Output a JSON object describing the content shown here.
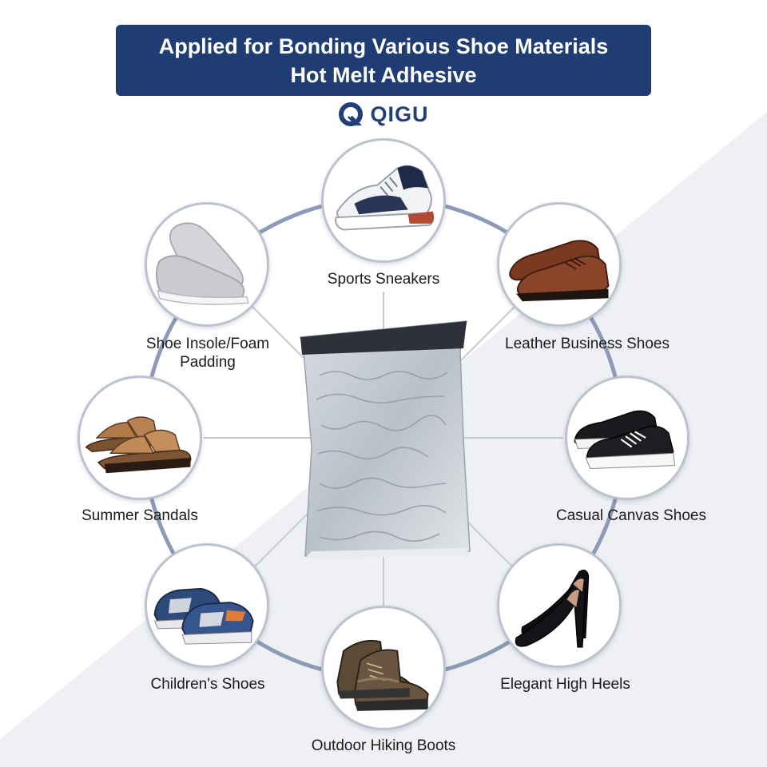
{
  "header": {
    "line1": "Applied for Bonding Various Shoe Materials",
    "line2": "Hot Melt Adhesive"
  },
  "brand": {
    "name": "QIGU",
    "mark_icon": "q-logo-icon"
  },
  "colors": {
    "header_bg": "#1f3d73",
    "brand_text": "#233f78",
    "ring": "#8e9bb8",
    "node_border": "#bcc3cf",
    "background_shade": "#eef0f4"
  },
  "product": {
    "icon": "adhesive-bag-icon"
  },
  "items": [
    {
      "label": "Sports Sneakers",
      "icon": "sneaker-icon"
    },
    {
      "label": "Leather Business Shoes",
      "icon": "oxford-shoe-icon"
    },
    {
      "label": "Casual Canvas Shoes",
      "icon": "canvas-shoe-icon"
    },
    {
      "label": "Elegant High Heels",
      "icon": "high-heel-icon"
    },
    {
      "label": "Outdoor Hiking Boots",
      "icon": "hiking-boot-icon"
    },
    {
      "label": "Children's Shoes",
      "icon": "kids-sandal-icon"
    },
    {
      "label": "Summer Sandals",
      "icon": "sandal-icon"
    },
    {
      "label_line1": "Shoe Insole/Foam",
      "label_line2": "Padding",
      "icon": "insole-icon"
    }
  ]
}
